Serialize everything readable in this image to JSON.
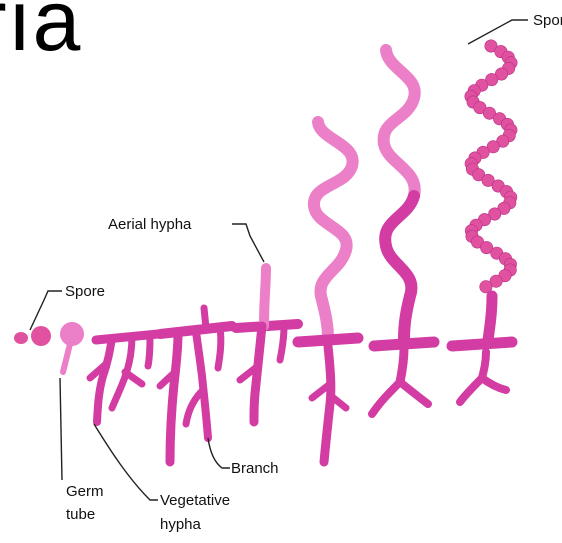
{
  "heading": {
    "text": "rıa"
  },
  "labels": {
    "spore_left": "Spore",
    "spore_top": "Spore",
    "aerial_hypha": "Aerial hypha",
    "branch": "Branch",
    "germ_tube_line1": "Germ",
    "germ_tube_line2": "tube",
    "vegetative_line1": "Vegetative",
    "vegetative_line2": "hypha"
  },
  "colors": {
    "hypha_dark": "#d23ca3",
    "hypha_light": "#eb7fc8",
    "spore": "#e0529f",
    "leader_line": "#222222"
  }
}
